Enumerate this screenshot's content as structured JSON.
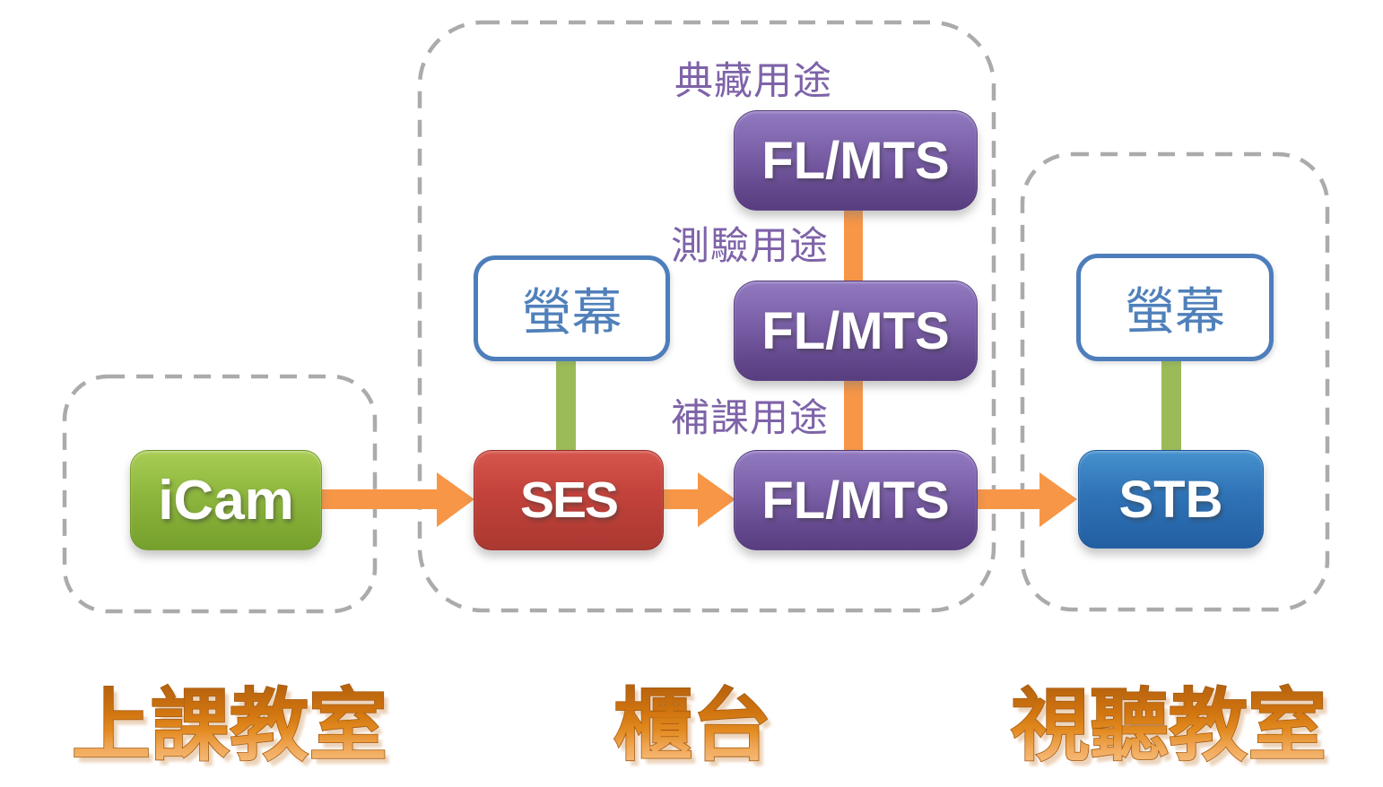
{
  "zones": {
    "classroom": {
      "label": "上課教室"
    },
    "counter": {
      "label": "櫃台"
    },
    "av_room": {
      "label": "視聽教室"
    }
  },
  "nodes": {
    "icam": {
      "label": "iCam"
    },
    "ses": {
      "label": "SES"
    },
    "screen_counter": {
      "label": "螢幕"
    },
    "screen_av": {
      "label": "螢幕"
    },
    "fl_mts_archive": {
      "label": "FL/MTS",
      "purpose": "典藏用途"
    },
    "fl_mts_exam": {
      "label": "FL/MTS",
      "purpose": "測驗用途"
    },
    "fl_mts_makeup": {
      "label": "FL/MTS",
      "purpose": "補課用途"
    },
    "stb": {
      "label": "STB"
    }
  },
  "colors": {
    "icam_green": "#8db63d",
    "ses_red": "#c2423b",
    "fl_mts_purple": "#7a60a8",
    "stb_blue": "#2f73b6",
    "screen_border_blue": "#4d7ebb",
    "connector_green": "#9bbb59",
    "arrow_orange": "#f79646",
    "purpose_text_purple": "#7e63a8",
    "zone_label_orange": "#e0821c",
    "dashed_border_gray": "#ababab"
  }
}
